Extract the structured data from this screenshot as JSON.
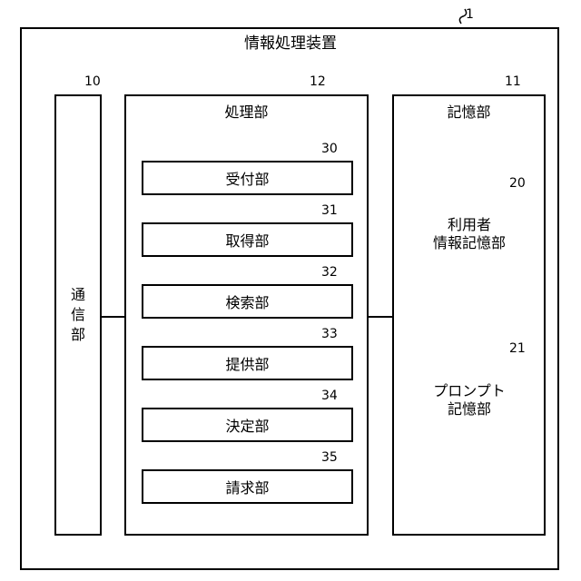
{
  "device": {
    "title": "情報処理装置",
    "ref": "1"
  },
  "comm": {
    "chars": [
      "通",
      "信",
      "部"
    ],
    "ref": "10"
  },
  "processing": {
    "title": "処理部",
    "ref": "12"
  },
  "storage": {
    "title": "記憶部",
    "ref": "11"
  },
  "units": [
    {
      "label": "受付部",
      "ref": "30"
    },
    {
      "label": "取得部",
      "ref": "31"
    },
    {
      "label": "検索部",
      "ref": "32"
    },
    {
      "label": "提供部",
      "ref": "33"
    },
    {
      "label": "決定部",
      "ref": "34"
    },
    {
      "label": "請求部",
      "ref": "35"
    }
  ],
  "databases": [
    {
      "lines": [
        "利用者",
        "情報記憶部"
      ],
      "ref": "20"
    },
    {
      "lines": [
        "プロンプト",
        "記憶部"
      ],
      "ref": "21"
    }
  ]
}
